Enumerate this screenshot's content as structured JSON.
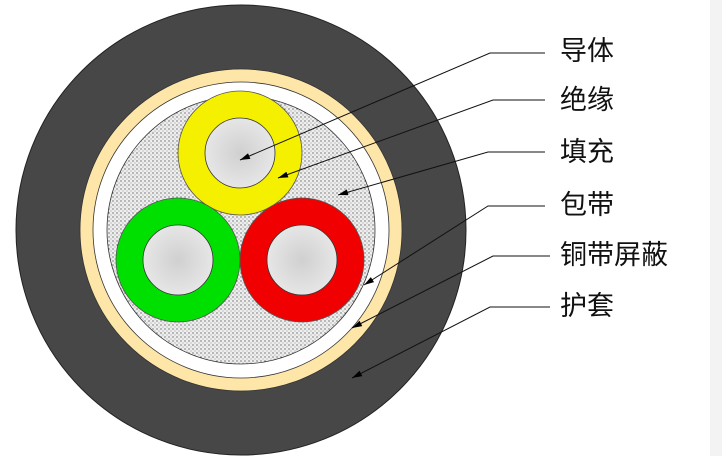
{
  "labels": [
    "导体",
    "绝缘",
    "填充",
    "包带",
    "铜带屏蔽",
    "护套"
  ],
  "colors": {
    "sheath": "#474747",
    "copper_tape": "#fde6a8",
    "wrapping_tape": "#ffffff",
    "filler": "#e8e8e8",
    "conductor": "#d8d8d8",
    "insulation_yellow": "#f5f000",
    "insulation_green": "#00e000",
    "insulation_red": "#f00000"
  }
}
